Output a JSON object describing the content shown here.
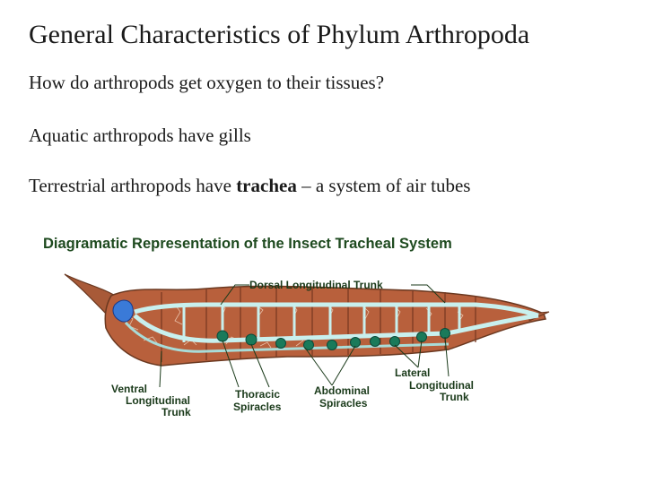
{
  "slide": {
    "title": "General Characteristics of Phylum Arthropoda",
    "question": "How do arthropods get oxygen to their tissues?",
    "aquatic": "Aquatic arthropods have gills",
    "terrestrial_pre": "Terrestrial arthropods have ",
    "terrestrial_term": "trachea",
    "terrestrial_post": " – a system of air tubes"
  },
  "diagram": {
    "title": "Diagramatic Representation of the Insect Tracheal System",
    "labels": {
      "dorsal": "Dorsal Longitudinal Trunk",
      "ventral": [
        "Ventral",
        "Longitudinal",
        "Trunk"
      ],
      "thoracic": [
        "Thoracic",
        "Spiracles"
      ],
      "abdominal": [
        "Abdominal",
        "Spiracles"
      ],
      "lateral": [
        "Lateral",
        "Longitudinal",
        "Trunk"
      ]
    },
    "colors": {
      "body": "#b8603c",
      "trachea": "#c8f0ee",
      "spiracle": "#1a7a5a",
      "head_blue": "#3a7ad8",
      "label_green": "#1e4a1f"
    }
  }
}
